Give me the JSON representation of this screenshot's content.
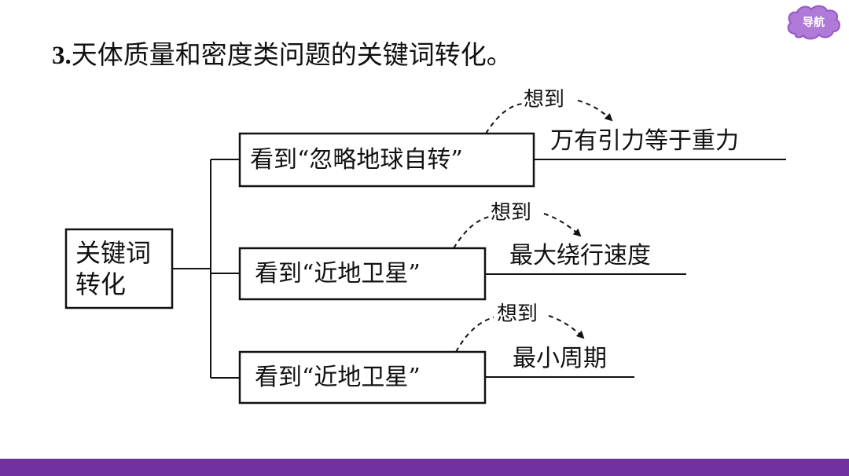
{
  "nav": {
    "label": "导航",
    "color": "#b07ad8"
  },
  "title": {
    "number": "3.",
    "text": "天体质量和密度类问题的关键词转化。"
  },
  "diagram": {
    "root": {
      "line1": "关键词",
      "line2": "转化"
    },
    "branches": [
      {
        "see": "看到“忽略地球自转”",
        "think": "想到",
        "result": "万有引力等于重力"
      },
      {
        "see": "看到“近地卫星”",
        "think": "想到",
        "result": "最大绕行速度"
      },
      {
        "see": "看到“近地卫星”",
        "think": "想到",
        "result": "最小周期"
      }
    ]
  },
  "footer": {
    "bar_color": "#7030a0"
  }
}
